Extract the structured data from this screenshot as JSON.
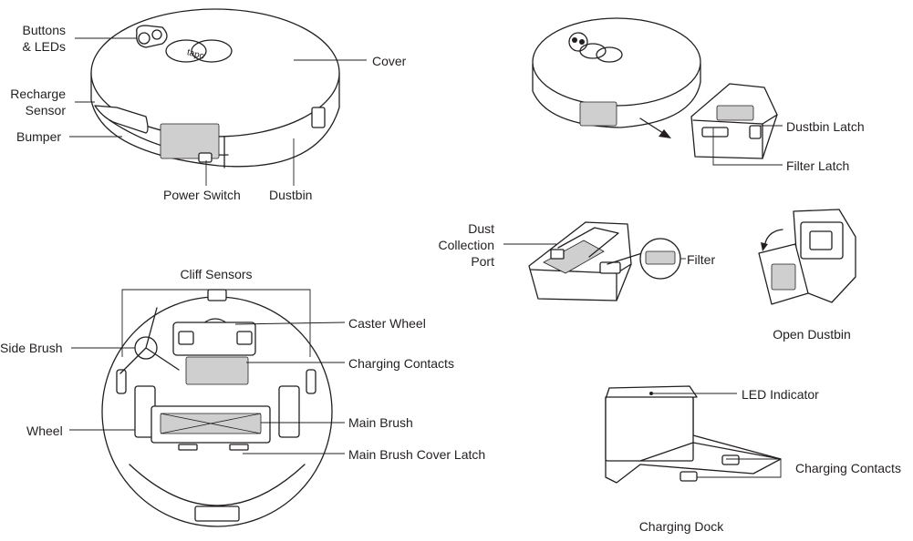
{
  "labels": {
    "buttons_leds": [
      "Buttons",
      "& LEDs"
    ],
    "recharge_sensor": [
      "Recharge",
      "Sensor"
    ],
    "bumper": "Bumper",
    "cover": "Cover",
    "power_switch": "Power Switch",
    "dustbin": "Dustbin",
    "dustbin_latch": "Dustbin Latch",
    "filter_latch": "Filter Latch",
    "dust_collection_port": [
      "Dust",
      "Collection",
      "Port"
    ],
    "filter": "Filter",
    "open_dustbin": "Open Dustbin",
    "cliff_sensors": "Cliff Sensors",
    "caster_wheel": "Caster Wheel",
    "side_brush": "Side Brush",
    "charging_contacts_robot": "Charging Contacts",
    "wheel": "Wheel",
    "main_brush": "Main Brush",
    "main_brush_cover_latch": "Main Brush Cover Latch",
    "led_indicator": "LED Indicator",
    "charging_contacts_dock": "Charging Contacts",
    "charging_dock": "Charging Dock"
  },
  "brand_logo_text": "tapo"
}
